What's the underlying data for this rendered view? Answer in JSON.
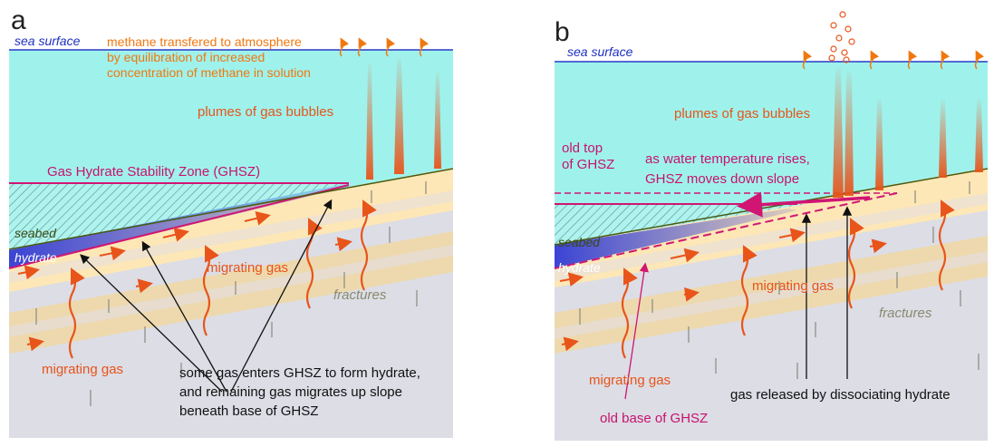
{
  "panel_a": {
    "letter": "a",
    "sea_surface": "sea surface",
    "methane_note": [
      "methane transfered to atmosphere",
      "by equilibration of increased",
      "concentration of methane in solution"
    ],
    "plumes": "plumes of gas bubbles",
    "ghsz": "Gas Hydrate Stability Zone (GHSZ)",
    "seabed": "seabed",
    "hydrate": "hydrate",
    "migrating_gas_1": "migrating gas",
    "migrating_gas_2": "migrating gas",
    "fractures": "fractures",
    "note": [
      "some gas enters GHSZ to form hydrate,",
      "and remaining gas migrates up slope",
      "beneath base of GHSZ"
    ]
  },
  "panel_b": {
    "letter": "b",
    "sea_surface": "sea surface",
    "plumes": "plumes of gas bubbles",
    "old_top": [
      "old top",
      "of GHSZ"
    ],
    "temp_note": [
      "as water temperature rises,",
      "GHSZ moves down slope"
    ],
    "seabed": "seabed",
    "hydrate": "hydrate",
    "migrating_gas_1": "migrating gas",
    "migrating_gas_2": "migrating gas",
    "fractures": "fractures",
    "old_base": "old base of GHSZ",
    "released": "gas released by dissociating hydrate"
  },
  "colors": {
    "water": "#9ff2ec",
    "sediment_light": "#fde7b6",
    "sediment_dark": "#f3d79a",
    "rock": "#dcdde5",
    "ghsz_line": "#d01573",
    "hydrate": "#3b44d4",
    "plume": "#e8541a"
  }
}
